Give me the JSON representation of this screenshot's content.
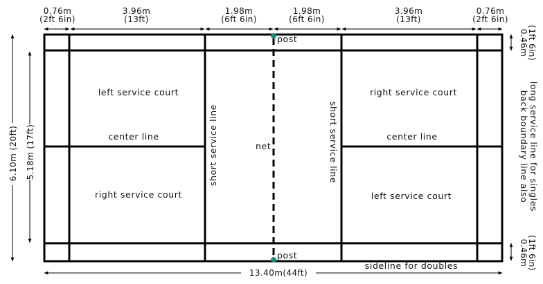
{
  "dimensions": {
    "top": [
      {
        "m": "0.76m",
        "ft": "(2ft 6in)"
      },
      {
        "m": "3.96m",
        "ft": "(13ft)"
      },
      {
        "m": "1.98m",
        "ft": "(6ft 6in)"
      },
      {
        "m": "1.98m",
        "ft": "(6ft 6in)"
      },
      {
        "m": "3.96m",
        "ft": "(13ft)"
      },
      {
        "m": "0.76m",
        "ft": "(2ft 6in)"
      }
    ],
    "left_outer": "6.10m (20ft)",
    "left_inner": "5.18m (17ft)",
    "right_top": {
      "m": "0.46m",
      "ft": "(1ft 6in)"
    },
    "right_bottom": {
      "m": "0.46m",
      "ft": "(1ft 6in)"
    },
    "bottom": "13.40m(44ft)"
  },
  "labels": {
    "left_service_court_top": "left service court",
    "center_line_left": "center line",
    "right_service_court_bottom": "right service court",
    "right_service_court_top": "right service court",
    "center_line_right": "center line",
    "left_service_court_bottom": "left service court",
    "short_service_line_left": "short service line",
    "short_service_line_right": "short service line",
    "net": "net",
    "post_top": "post",
    "post_bottom": "post",
    "back_boundary_1": "back boundary line also",
    "back_boundary_2": "long service line for singles",
    "sideline_doubles": "sideline for doubles"
  },
  "colors": {
    "post": "#1f8a7a",
    "lines": "#000000"
  }
}
